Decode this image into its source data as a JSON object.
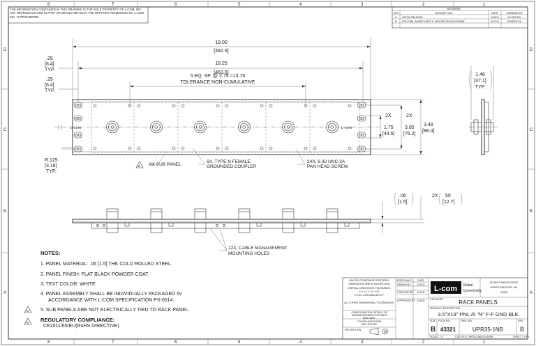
{
  "border": {
    "top_zones": [
      "8",
      "7",
      "6",
      "5",
      "4",
      "3",
      "2",
      "1"
    ],
    "bottom_zones": [
      "8",
      "7",
      "6",
      "5",
      "4",
      "3",
      "2",
      "1"
    ],
    "left_zones": [
      "D",
      "C",
      "B",
      "A"
    ],
    "right_zones": [
      "D",
      "C",
      "B",
      "A"
    ]
  },
  "proprietary_notice": "THE INFORMATION CONTAINED IN THIS DRAWING IS THE SOLE PROPERTY OF L-COM, INC. ANY REPRODUCTIONS IN PART OR WHOLE WITHOUT THE WRITTEN PERMISSION OF L-COM, INC. IS PROHIBITED.",
  "revisions": {
    "title": "REVISIONS",
    "headers": [
      "REV",
      "DESCRIPTION",
      "DATE",
      "CHANGED BY"
    ],
    "rows": [
      [
        "A",
        "INITIAL RELEASE",
        "1/18/11",
        "DLGRIFFIN"
      ],
      [
        "B",
        "ECN 7681, ADDED NOTE 5, REVISED ROHS FORMAT",
        "6/17/14",
        "SJMEIGLEN"
      ]
    ]
  },
  "dims": {
    "overall_in": "19.00",
    "overall_mm": "[482.6]",
    "hole_span_in": "18.25",
    "hole_span_mm": "[463.6]",
    "edge_in": ".25",
    "edge_mm": "[6.4]",
    "edge_typ": "TYP.",
    "edge2_in": ".25",
    "edge2_mm": "[6.4]",
    "edge2_typ": "TYP.",
    "spacing": "5 EQ. SP. @ 2.75 =13.75",
    "tolerance": "TOLERANCE NON-CUMULATIVE",
    "depth_in": "1.46",
    "depth_mm": "[37.1]",
    "depth_typ": "TYP.",
    "slot_in": "1.75",
    "slot_mm": "[44.5]",
    "slot_qty": "2X",
    "slot2_in": "3.00",
    "slot2_mm": "[76.2]",
    "slot2_qty": "2X",
    "height_in": "3.48",
    "height_mm": "[88.4]",
    "radius_in": "R.125",
    "radius_mm": "[3.18]",
    "radius_typ": "TYP.",
    "thick_in": ".06",
    "thick_mm": "[1.5]",
    "flange_qty": "2X",
    "flange_in": ".50",
    "flange_mm": "[12.7]"
  },
  "callouts": {
    "sub_panel": "6X SUB PANEL",
    "coupler_1": "6X, TYPE N FEMALE",
    "coupler_2": "GROUNDED COUPLER",
    "screw_1": "24X, 6-32 UNC-2A",
    "screw_2": "PAN HEAD SCREW",
    "holes_1": "12X, CABLE MANAGEMENT",
    "holes_2": "MOUNTING HOLES",
    "flag": "B",
    "logo_small": "L-com"
  },
  "notes": {
    "title": "NOTES:",
    "items": [
      "1. PANEL MATERIAL: .06 [1.5] THK COLD ROLLED STEEL.",
      "2. PANEL FINISH: FLAT BLACK POWDER COAT.",
      "3. TEXT COLOR: WHITE",
      "4. PANEL ASSEMBLY SHALL BE INDIVIDUALLY PACKAGED IN",
      "ACCORDANCE WITH L-COM SPECIFICATION PS-0014.",
      "5. SUB PANELS ARE NOT ELECTRICALLY TIED TO RACK PANEL."
    ],
    "regulatory_title": "REGULATORY COMPLIANCE:",
    "regulatory_text": "CE2011/65/EU(RoHS DIRECTIVE)"
  },
  "title_block": {
    "tolerance_lines": [
      "UNLESS OTHERWISE SPECIFIED:",
      "DIMENSIONS ARE IN INCHES [mm]",
      "OVERALL DIMS (INCH) TOLERANCE:",
      "X.X ±.1 X.XX ±.02",
      "X.XXX ±.005 ANGLES ±1°",
      "ALL OTHER DIMENSIONAL TOLERANCES:",
      "CONFIGURATION DETAILS OF",
      "UNDIMENSIONED FEATURES",
      "MAY VARY",
      "COLOR VARIATIONS",
      "MAY OCCUR"
    ],
    "approvals_header": "APPROVALS",
    "date_header": "DATE",
    "approvals": [
      [
        "DRAWN BY",
        "1/18/11"
      ],
      [
        "CHECKED BY",
        "1/18/11"
      ],
      [
        "APPROVED BY",
        "1/18/11"
      ]
    ],
    "projection": "PROJECTION",
    "company_global": "Global",
    "company_connectivity": "Connectivity",
    "logo": "L-com",
    "address_1": "45 BEECHWOOD DRIVE",
    "address_2": "NORTH ANDOVER, MA",
    "address_3": "01845",
    "category_label": "CATEGORY",
    "category": "RACK PANELS",
    "product_label": "PRODUCT DESCRIPTION",
    "description": "3.5\"X19\" PNL /6 \"N\" F-F GND BLK",
    "size_label": "SIZE",
    "size": "B",
    "fscm_label": "FSCM NO.",
    "fscm": "43321",
    "dwg_label": "DWG. NO.",
    "dwg": "UPR35-1NB",
    "rev_label": "REV.",
    "rev": "B",
    "scale": "SCALE: 1:3",
    "cad_file": "CAD FILE: UPR35-1NB.SLDDRW",
    "sheet": "SHEET 1 OF 1"
  }
}
